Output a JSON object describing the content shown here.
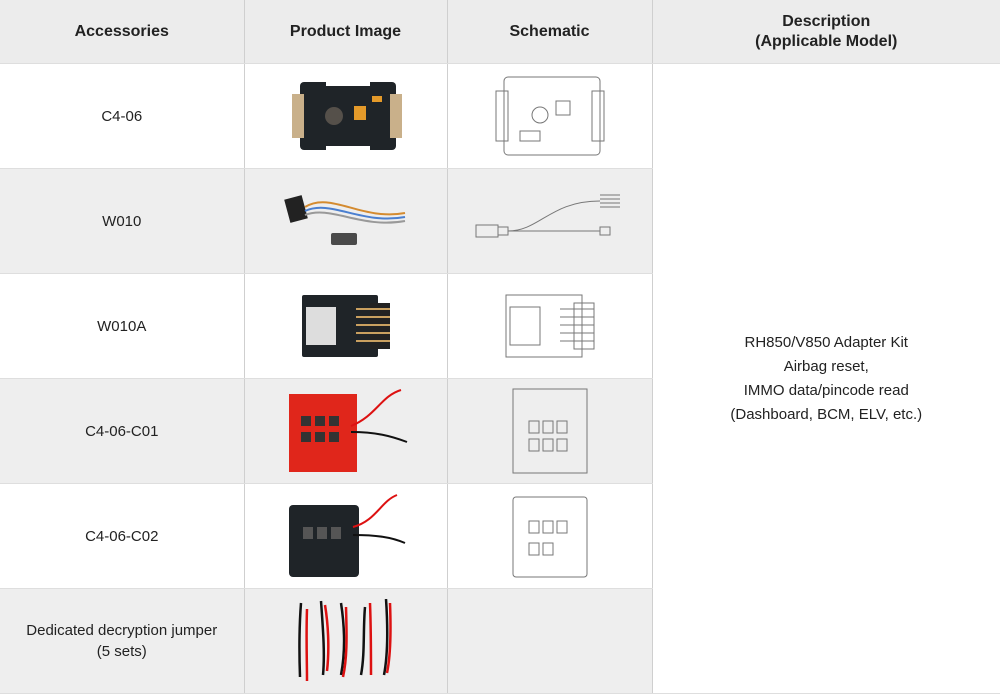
{
  "headers": [
    "Accessories",
    "Product Image",
    "Schematic",
    "Description\n(Applicable Model)"
  ],
  "header_desc_line1": "Description",
  "header_desc_line2": "(Applicable Model)",
  "rows": [
    {
      "name": "C4-06"
    },
    {
      "name": "W010"
    },
    {
      "name": "W010A"
    },
    {
      "name": "C4-06-C01"
    },
    {
      "name": "C4-06-C02"
    },
    {
      "name_line1": "Dedicated decryption jumper",
      "name_line2": "(5 sets)"
    }
  ],
  "description": {
    "lines": [
      "RH850/V850 Adapter Kit",
      "Airbag reset,",
      "IMMO data/pincode read",
      "(Dashboard, BCM, ELV, etc.)"
    ]
  },
  "colors": {
    "header_bg": "#ececec",
    "alt_row_bg": "#eeeeee",
    "pcb_red": "#e0261b",
    "pcb_dark": "#1f2428"
  }
}
